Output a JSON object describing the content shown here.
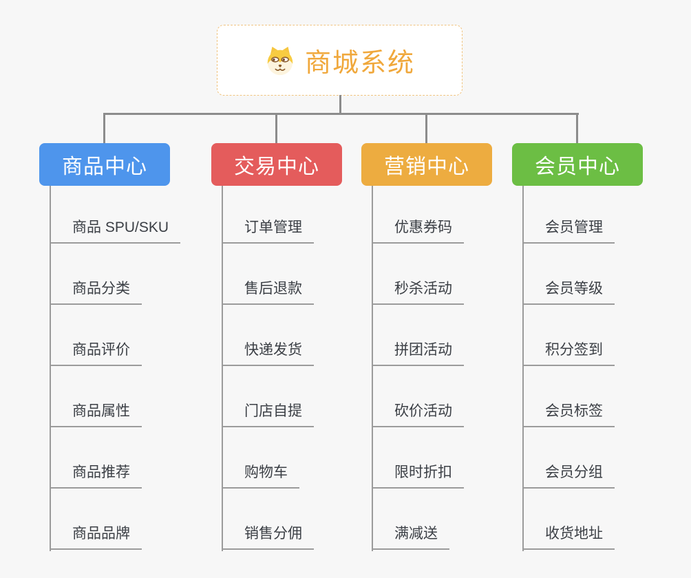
{
  "root": {
    "title": "商城系统",
    "icon": "dog-face-icon",
    "accent_color": "#f0a83c",
    "border_color": "#f0c37e"
  },
  "connector_color": "#8c8c8c",
  "background_color": "#f7f7f7",
  "branches": [
    {
      "label": "商品中心",
      "color": "#4e95ec",
      "items": [
        "商品 SPU/SKU",
        "商品分类",
        "商品评价",
        "商品属性",
        "商品推荐",
        "商品品牌"
      ]
    },
    {
      "label": "交易中心",
      "color": "#e45c5c",
      "items": [
        "订单管理",
        "售后退款",
        "快递发货",
        "门店自提",
        "购物车",
        "销售分佣"
      ]
    },
    {
      "label": "营销中心",
      "color": "#edac40",
      "items": [
        "优惠券码",
        "秒杀活动",
        "拼团活动",
        "砍价活动",
        "限时折扣",
        "满减送"
      ]
    },
    {
      "label": "会员中心",
      "color": "#6cbe44",
      "items": [
        "会员管理",
        "会员等级",
        "积分签到",
        "会员标签",
        "会员分组",
        "收货地址"
      ]
    }
  ]
}
